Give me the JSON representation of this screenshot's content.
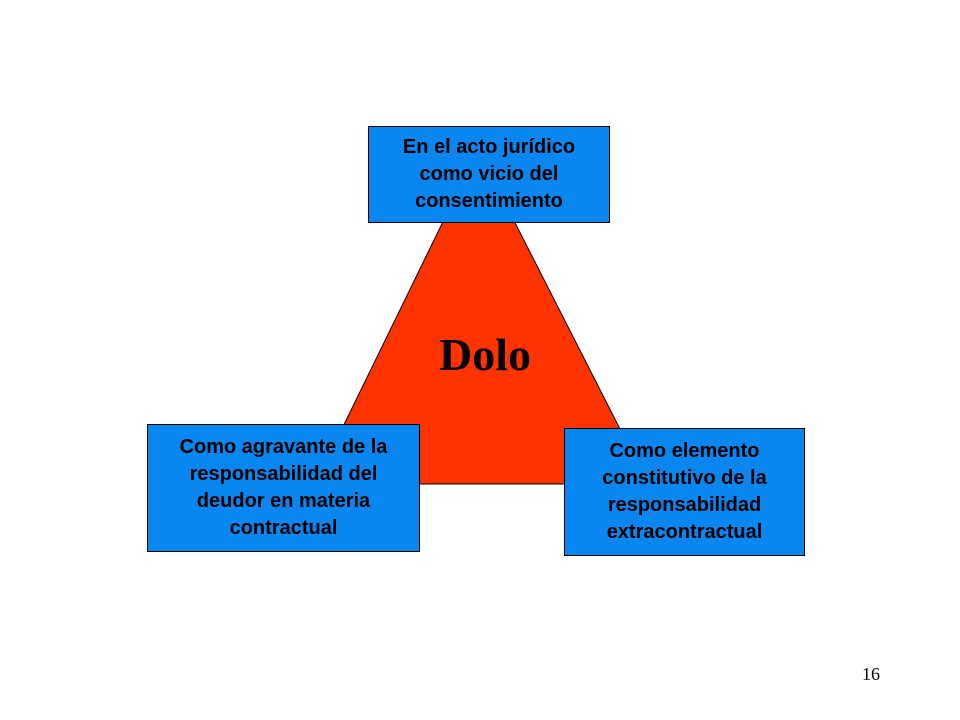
{
  "diagram": {
    "center_label": "Dolo",
    "triangle_color": "#ff3300",
    "box_color": "#0a86f0",
    "nodes": {
      "top": "En el acto jurídico\ncomo vicio del\nconsentimiento",
      "left": "Como agravante de la\nresponsabilidad del\ndeudor en materia\ncontractual",
      "right": "Como elemento\nconstitutivo de la\nresponsabilidad\nextracontractual"
    }
  },
  "page": {
    "number": "16"
  }
}
